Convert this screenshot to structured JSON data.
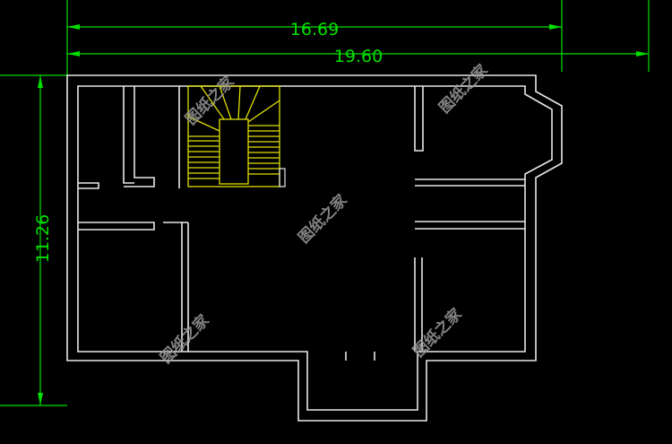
{
  "dimensions": {
    "top_inner": "16.69",
    "top_outer": "19.60",
    "left_height": "11.26"
  },
  "watermarks": [
    "图纸之家",
    "图纸之家",
    "图纸之家",
    "图纸之家",
    "图纸之家"
  ],
  "colors": {
    "background": "#000000",
    "dimension": "#00e000",
    "wall": "#e8e8e8",
    "stair": "#e0e000",
    "watermark": "#9a9a9a"
  }
}
